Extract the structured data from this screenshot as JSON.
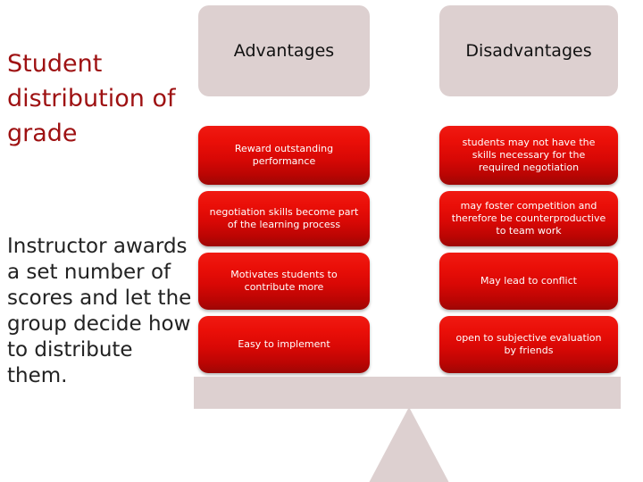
{
  "slide": {
    "title": "Student distribution of grade",
    "body": "Instructor awards a set number of scores and let the group decide how to distribute them."
  },
  "headers": {
    "advantages": "Advantages",
    "disadvantages": "Disadvantages"
  },
  "rows": [
    {
      "advantage": "Reward outstanding performance",
      "disadvantage": "students may not have the skills necessary for the required negotiation"
    },
    {
      "advantage": "negotiation skills become part of the learning process",
      "disadvantage": "may foster competition and therefore be counterproductive to team work"
    },
    {
      "advantage": "Motivates students to contribute more",
      "disadvantage": "May lead to conflict"
    },
    {
      "advantage": "Easy to implement",
      "disadvantage": "open to subjective evaluation by friends"
    }
  ],
  "colors": {
    "title_red": "#9e1112",
    "box_red_top": "#f01a12",
    "box_red_bottom": "#9d0604",
    "pale": "#ddd0d0",
    "body_text": "#222222",
    "box_text": "#ffffff"
  },
  "decor": {
    "beam_name": "balance-beam",
    "fulcrum_name": "balance-fulcrum"
  }
}
